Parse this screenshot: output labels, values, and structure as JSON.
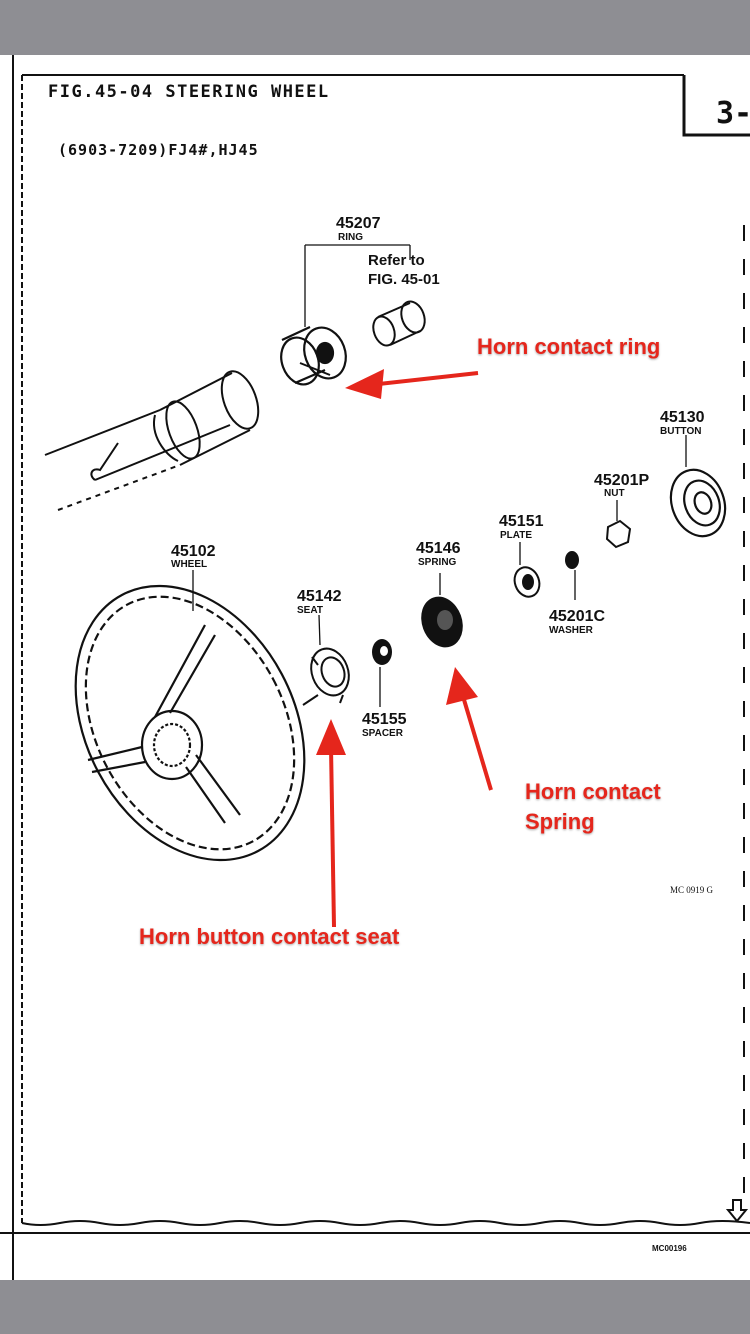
{
  "header": {
    "figure_title": "FIG.45-04 STEERING WHEEL",
    "model_range": "(6903-7209)FJ4#,HJ45",
    "page_tab": "3-"
  },
  "parts": [
    {
      "key": "ring",
      "number": "45207",
      "name": "RING"
    },
    {
      "key": "button",
      "number": "45130",
      "name": "BUTTON"
    },
    {
      "key": "nut",
      "number": "45201P",
      "name": "NUT"
    },
    {
      "key": "plate",
      "number": "45151",
      "name": "PLATE"
    },
    {
      "key": "spring",
      "number": "45146",
      "name": "SPRING"
    },
    {
      "key": "wheel",
      "number": "45102",
      "name": "WHEEL"
    },
    {
      "key": "seat",
      "number": "45142",
      "name": "SEAT"
    },
    {
      "key": "washer",
      "number": "45201C",
      "name": "WASHER"
    },
    {
      "key": "spacer",
      "number": "45155",
      "name": "SPACER"
    }
  ],
  "reference": {
    "line1": "Refer to",
    "line2": "FIG. 45-01"
  },
  "codes": {
    "diagram_code": "MC 0919 G",
    "footer_code": "MC00196"
  },
  "annotations": {
    "horn_contact_ring": "Horn contact ring",
    "horn_contact_spring_line1": "Horn contact",
    "horn_contact_spring_line2": "Spring",
    "horn_button_contact_seat": "Horn button contact seat"
  },
  "colors": {
    "annotation": "#e5261c",
    "line_art": "#111111",
    "chrome": "#8e8e93"
  },
  "icons": {
    "scroll_down": "down-arrow-icon"
  }
}
